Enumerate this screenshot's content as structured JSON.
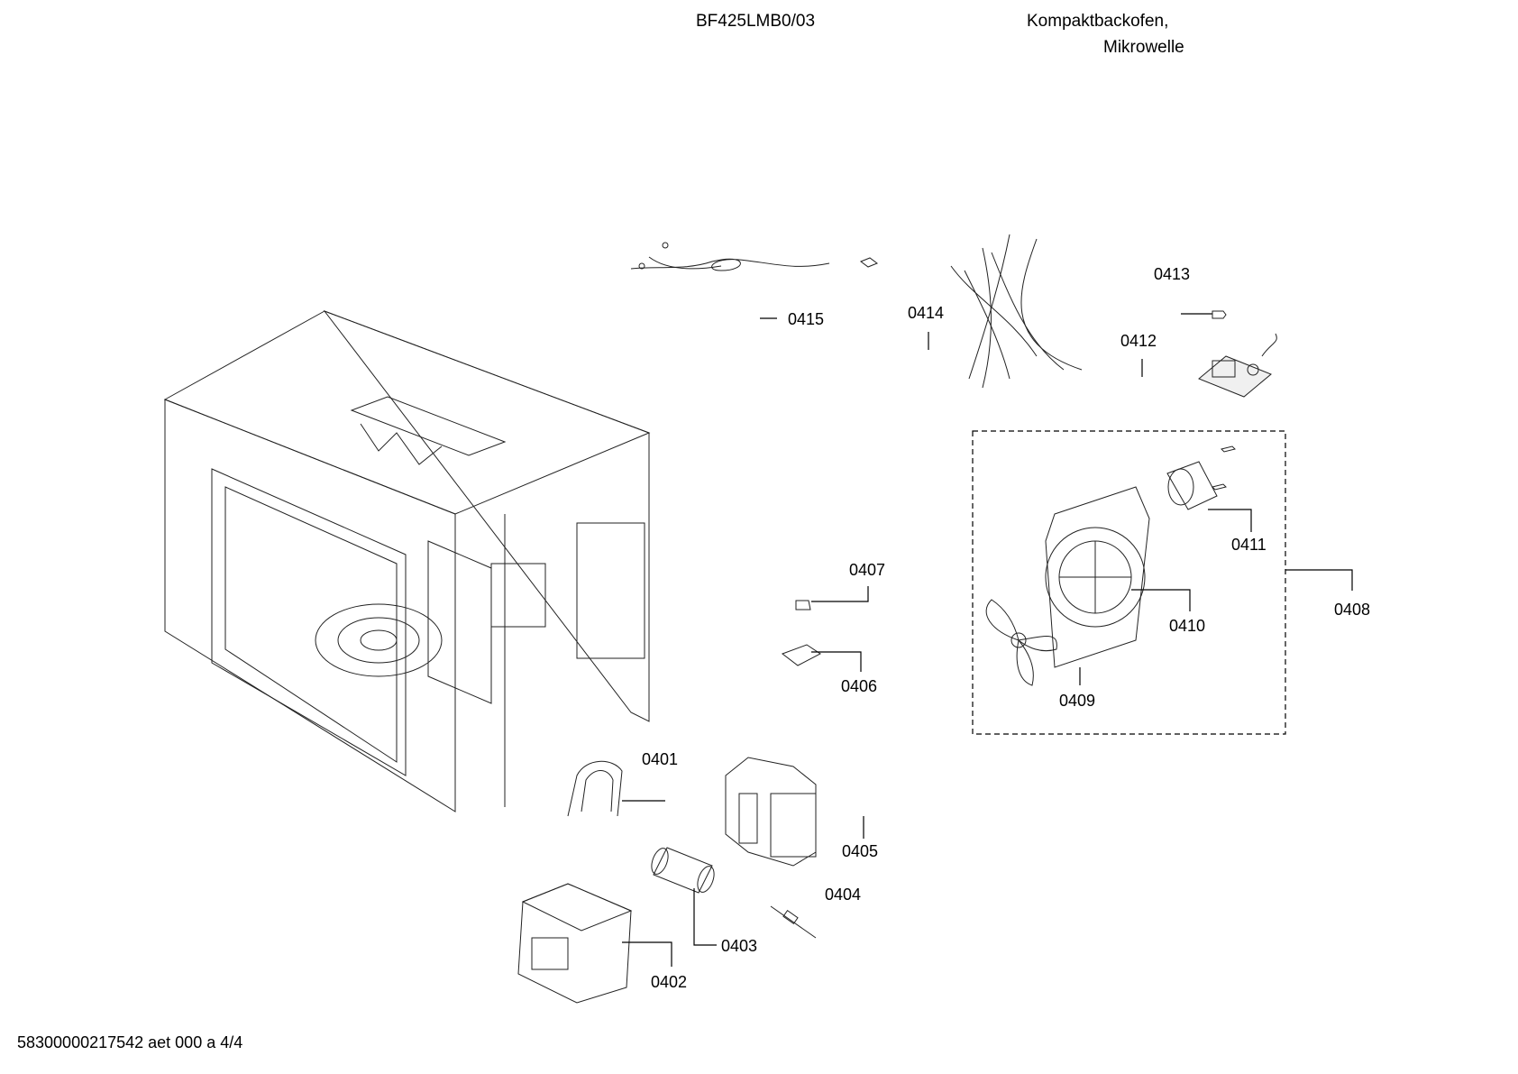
{
  "header": {
    "model": "BF425LMB0/03",
    "category_line1": "Kompaktbackofen,",
    "category_line2": "Mikrowelle"
  },
  "footer": {
    "doc_id": "58300000217542 aet 000 a 4/4"
  },
  "parts": [
    {
      "id": "0401",
      "label": "0401"
    },
    {
      "id": "0402",
      "label": "0402"
    },
    {
      "id": "0403",
      "label": "0403"
    },
    {
      "id": "0404",
      "label": "0404"
    },
    {
      "id": "0405",
      "label": "0405"
    },
    {
      "id": "0406",
      "label": "0406"
    },
    {
      "id": "0407",
      "label": "0407"
    },
    {
      "id": "0408",
      "label": "0408"
    },
    {
      "id": "0409",
      "label": "0409"
    },
    {
      "id": "0410",
      "label": "0410"
    },
    {
      "id": "0411",
      "label": "0411"
    },
    {
      "id": "0412",
      "label": "0412"
    },
    {
      "id": "0413",
      "label": "0413"
    },
    {
      "id": "0414",
      "label": "0414"
    },
    {
      "id": "0415",
      "label": "0415"
    }
  ]
}
